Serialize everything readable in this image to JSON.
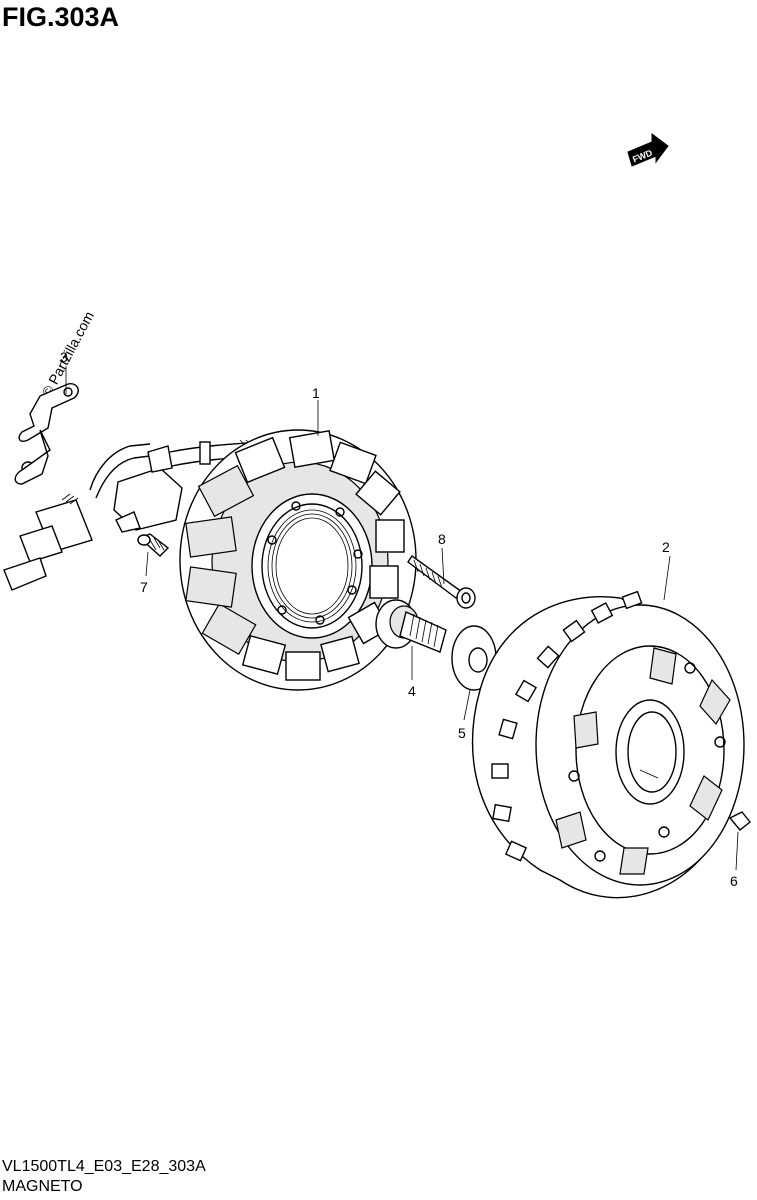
{
  "figure": {
    "title": "FIG.303A"
  },
  "watermark": "© Partzilla.com",
  "fwd_symbol": {
    "label": "FWD"
  },
  "callouts": {
    "c1": "1",
    "c2": "2",
    "c3": "3",
    "c4": "4",
    "c5": "5",
    "c6": "6",
    "c7": "7",
    "c8": "8"
  },
  "footer": {
    "code": "VL1500TL4_E03_E28_303A",
    "name": "MAGNETO"
  }
}
